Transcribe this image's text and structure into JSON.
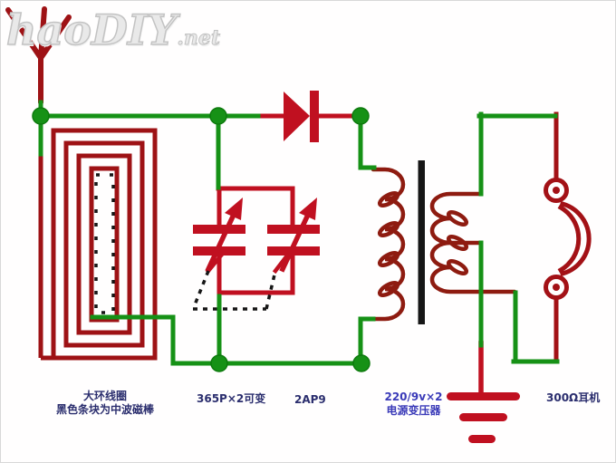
{
  "watermark": {
    "text": "haoDIY",
    "suffix": ".net"
  },
  "labels": {
    "coil_1": "大环线圈",
    "coil_2": "黑色条块为中波磁棒",
    "varcap": "365P×2可变",
    "diode": "2AP9",
    "xfmr_1": "220/9v×2",
    "xfmr_2": "电源变压器",
    "earphone": "300Ω耳机"
  },
  "components": [
    "antenna-icon",
    "loop-antenna-coil",
    "ferrite-rod",
    "variable-capacitor-gang",
    "detector-diode",
    "power-transformer",
    "transformer-core",
    "earphone",
    "ground-icon",
    "junction-dot"
  ],
  "colors": {
    "wire_green": "#169116",
    "dot_edge_green": "#0d7a0d",
    "bright_red": "#c01020",
    "coil_red": "#9e1215",
    "winding_red": "#8e1b10",
    "earphone_red": "#a31116",
    "core_black": "#161616",
    "label_navy": "#2b2e6e",
    "label_blue": "#3a3ab8"
  }
}
